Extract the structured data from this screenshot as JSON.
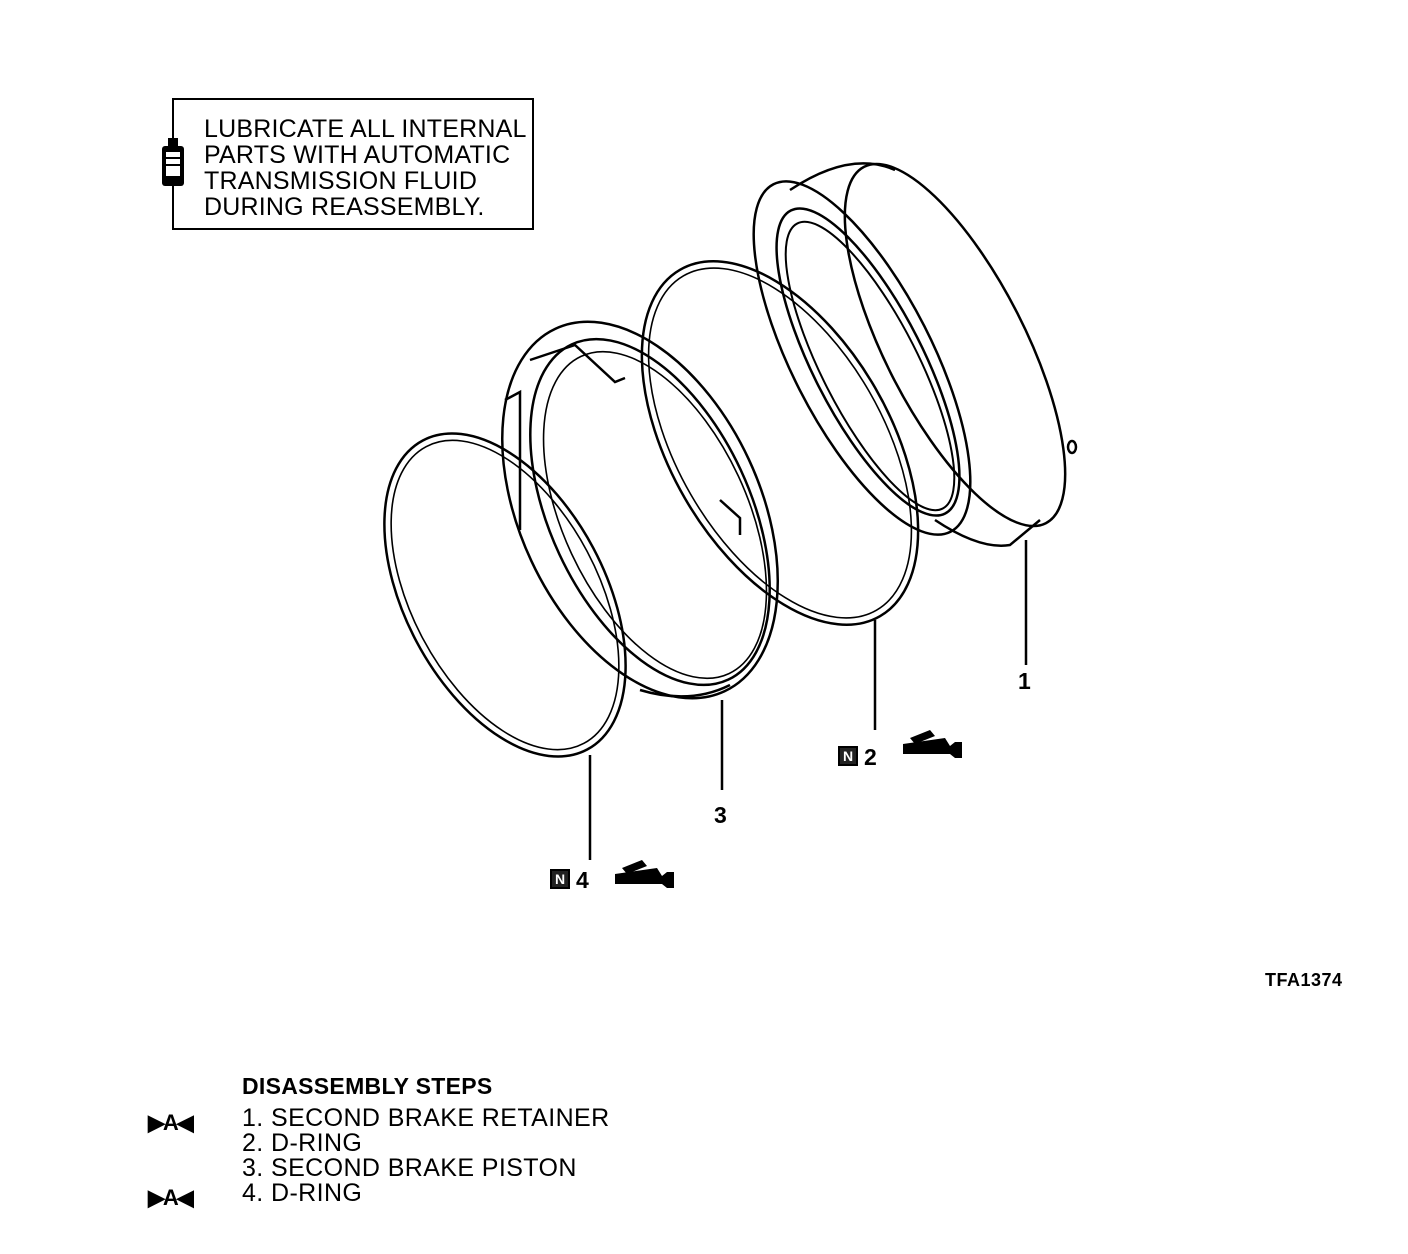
{
  "note": {
    "lines": [
      "LUBRICATE ALL INTERNAL",
      "PARTS WITH AUTOMATIC",
      "TRANSMISSION FLUID",
      "DURING REASSEMBLY."
    ],
    "icon": "oil-bottle-icon"
  },
  "callouts": {
    "c1": "1",
    "c2": "2",
    "c3": "3",
    "c4": "4",
    "new_part_badge": "N",
    "grease_icon": "grease-gun-icon"
  },
  "figure_code": "TFA1374",
  "steps": {
    "title": "DISASSEMBLY STEPS",
    "marker": "▶A◀",
    "items": [
      "1. SECOND BRAKE RETAINER",
      "2. D-RING",
      "3. SECOND BRAKE PISTON",
      "4. D-RING"
    ]
  }
}
